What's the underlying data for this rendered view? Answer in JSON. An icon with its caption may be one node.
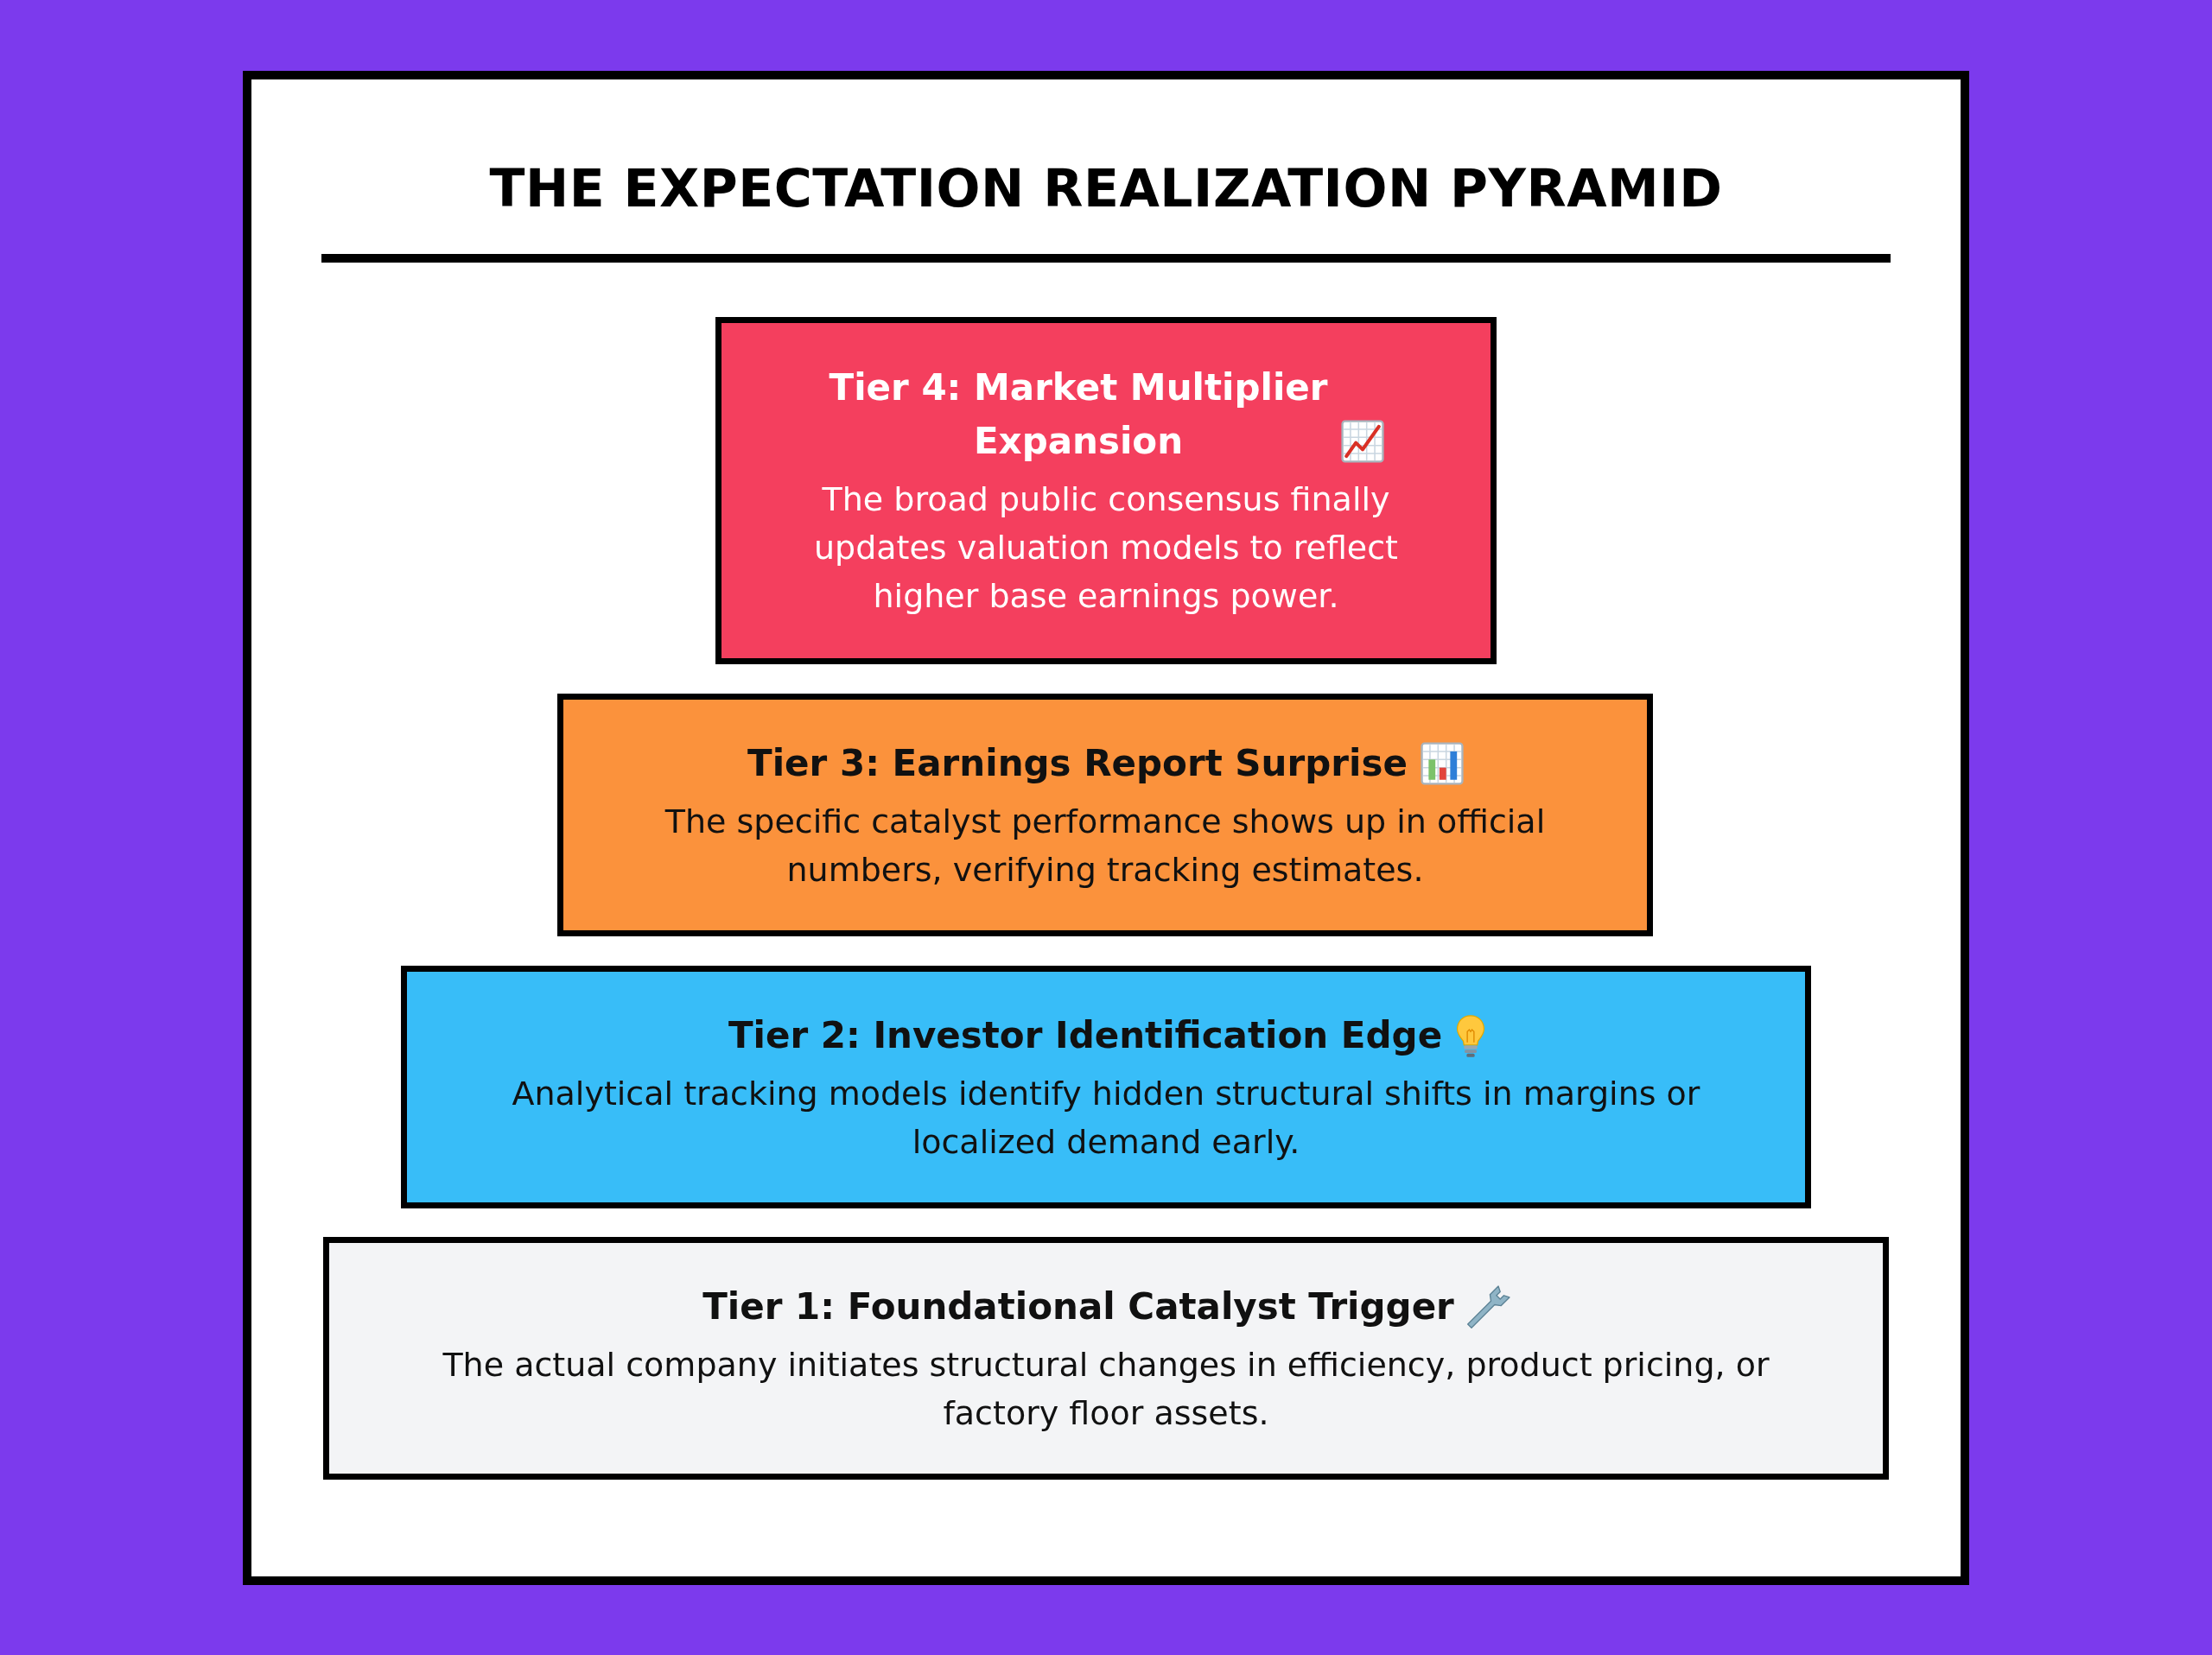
{
  "diagram": {
    "title": "THE EXPECTATION REALIZATION PYRAMID",
    "nodes": [
      {
        "text": [
          "Tier 4: Market Multiplier Expansion",
          "The broad public consensus finally updates valuation models to reflect higher base earnings power."
        ]
      },
      {
        "text": [
          "Tier 3: Earnings Report Surprise",
          "The specific catalyst performance shows up in official numbers, verifying tracking estimates."
        ]
      },
      {
        "text": [
          "Tier 2: Investor Identification Edge",
          "Analytical tracking models identify hidden structural shifts in margins or localized demand early."
        ]
      },
      {
        "text": [
          "Tier 1: Foundational Catalyst Trigger",
          "The actual company initiates structural changes in efficiency, product pricing, or factory floor assets."
        ]
      }
    ]
  }
}
